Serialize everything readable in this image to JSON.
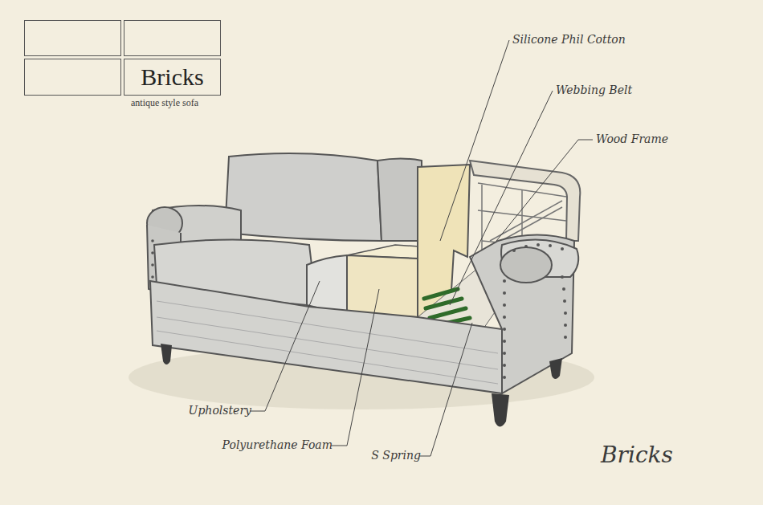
{
  "diagram": {
    "nodes": [
      {
        "text": [
          "Bricks"
        ]
      }
    ],
    "labels": [
      "antique style sofa",
      "Silicone Phil Cotton",
      "Webbing Belt",
      "Wood Frame",
      "Upholstery",
      "Polyurethane Foam",
      "S Spring",
      "Bricks"
    ]
  }
}
